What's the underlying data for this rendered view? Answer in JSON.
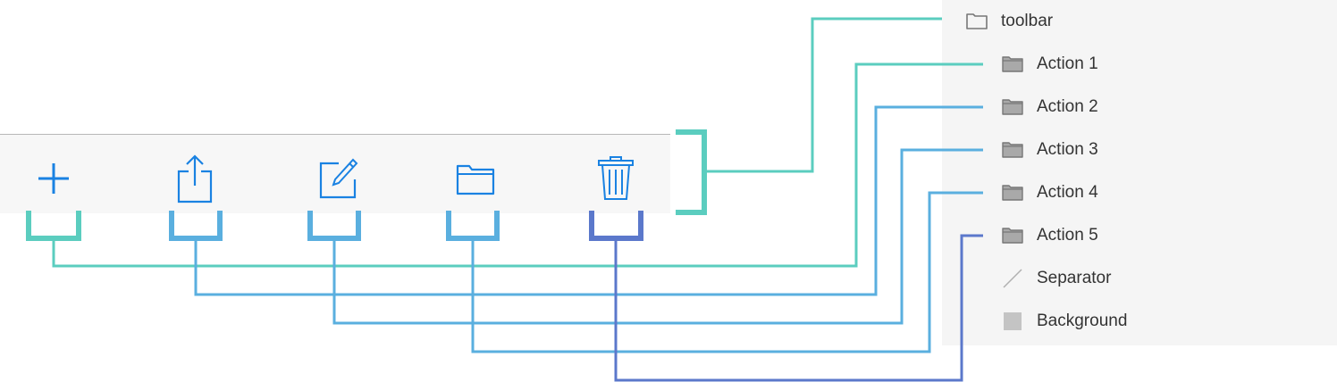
{
  "toolbar": {
    "buttons": [
      {
        "icon": "plus-icon"
      },
      {
        "icon": "share-icon"
      },
      {
        "icon": "compose-icon"
      },
      {
        "icon": "folder-icon"
      },
      {
        "icon": "trash-icon"
      }
    ],
    "icon_color": "#1a82e2"
  },
  "layers": {
    "root": {
      "label": "toolbar",
      "icon": "folder-outline-icon"
    },
    "items": [
      {
        "label": "Action 1",
        "icon": "folder-filled-icon"
      },
      {
        "label": "Action 2",
        "icon": "folder-filled-icon"
      },
      {
        "label": "Action 3",
        "icon": "folder-filled-icon"
      },
      {
        "label": "Action 4",
        "icon": "folder-filled-icon"
      },
      {
        "label": "Action 5",
        "icon": "folder-filled-icon"
      },
      {
        "label": "Separator",
        "icon": "separator-line-icon"
      },
      {
        "label": "Background",
        "icon": "background-square-icon"
      }
    ]
  },
  "colors": {
    "teal": "#5bcdbf",
    "blue": "#5aafdf",
    "indigo": "#5b78cb"
  }
}
